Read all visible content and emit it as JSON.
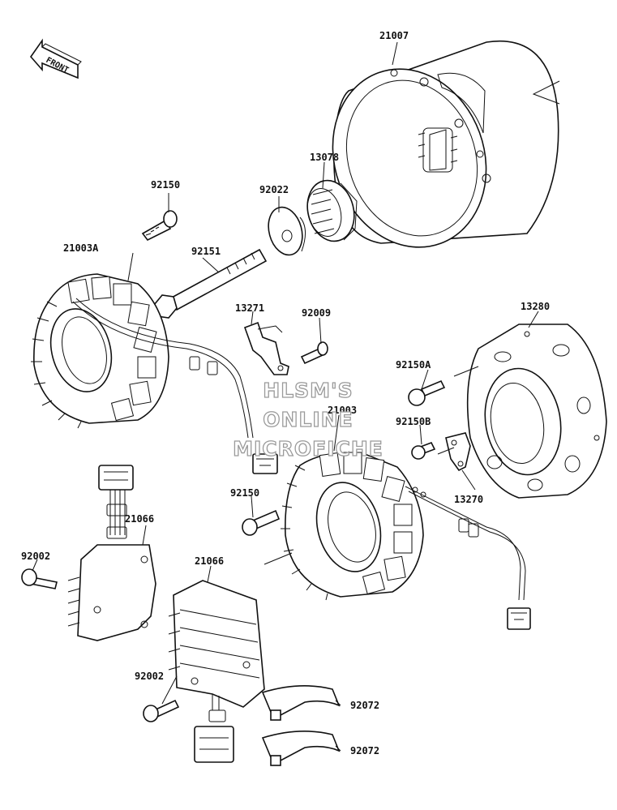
{
  "front_arrow": {
    "text": "FRONT"
  },
  "watermark": {
    "lines": [
      "HLSM'S",
      "ONLINE",
      "MICROFICHE"
    ]
  },
  "labels": {
    "l21007": "21007",
    "l13078": "13078",
    "l92022": "92022",
    "l92150_top": "92150",
    "l21003A": "21003A",
    "l92151": "92151",
    "l13271": "13271",
    "l92009": "92009",
    "l13280": "13280",
    "l92150A": "92150A",
    "l21003": "21003",
    "l92150B": "92150B",
    "l13270": "13270",
    "l92150_mid": "92150",
    "l21066_left": "21066",
    "l92002_left": "92002",
    "l21066_mid": "21066",
    "l92002_mid": "92002",
    "l92072_a": "92072",
    "l92072_b": "92072"
  }
}
